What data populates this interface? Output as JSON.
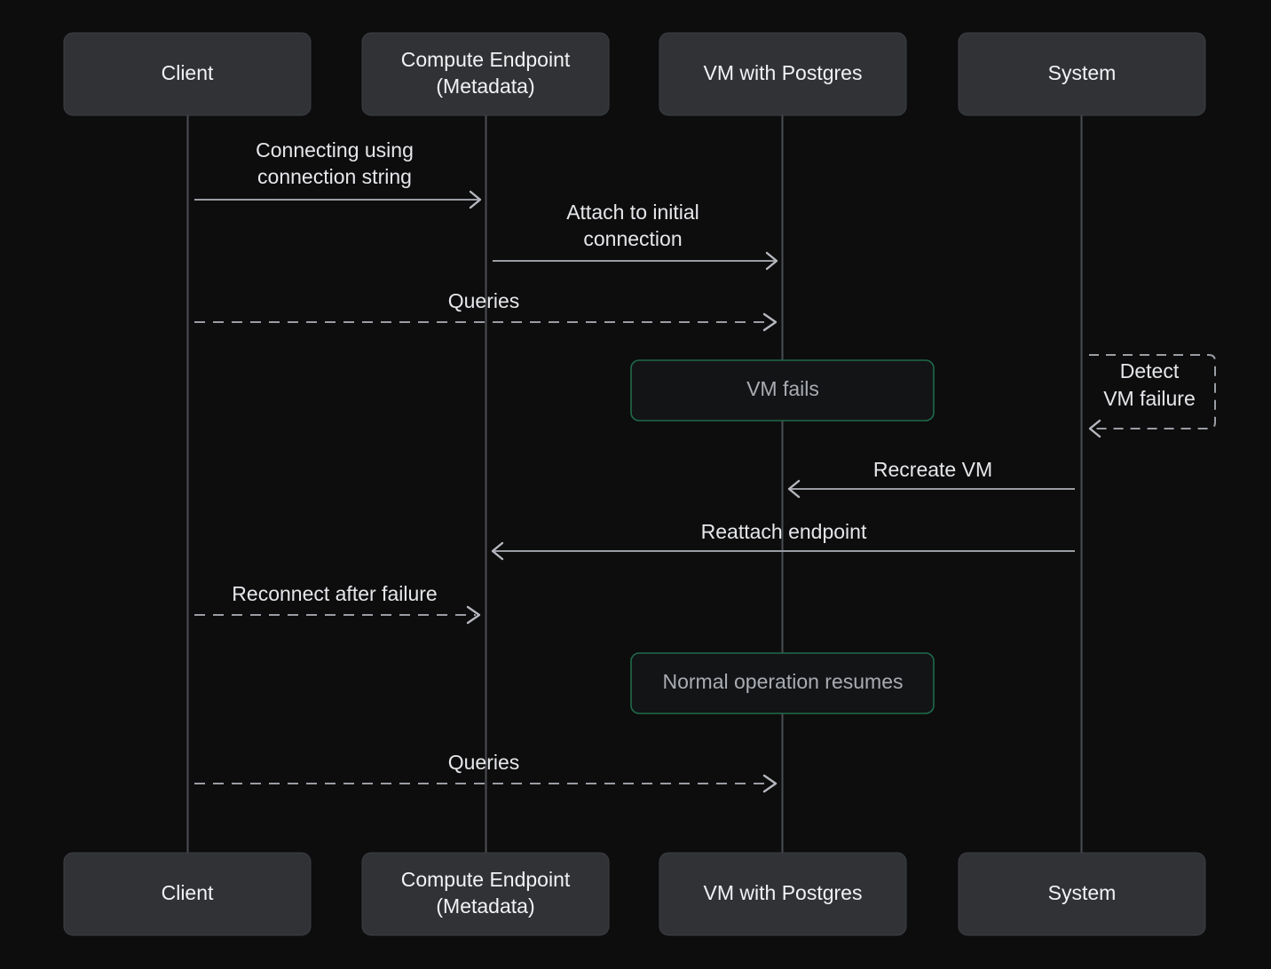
{
  "diagram": {
    "type": "sequence-diagram",
    "title": "",
    "background_color": "#0d0d0e",
    "accent_color": "#1f6b4a",
    "line_color": "#9a9da3",
    "actor_fill": "#303236",
    "participants": [
      {
        "id": "client",
        "label": "Client",
        "label_line1": "Client",
        "label_line2": ""
      },
      {
        "id": "compute",
        "label": "Compute Endpoint (Metadata)",
        "label_line1": "Compute Endpoint",
        "label_line2": "(Metadata)"
      },
      {
        "id": "vm",
        "label": "VM with Postgres",
        "label_line1": "VM with Postgres",
        "label_line2": ""
      },
      {
        "id": "system",
        "label": "System",
        "label_line1": "System",
        "label_line2": ""
      }
    ],
    "messages": [
      {
        "index": 1,
        "from": "client",
        "to": "compute",
        "direction": "right",
        "style": "solid",
        "label": "Connecting using connection string",
        "label_line1": "Connecting using",
        "label_line2": "connection string"
      },
      {
        "index": 2,
        "from": "compute",
        "to": "vm",
        "direction": "right",
        "style": "solid",
        "label": "Attach to initial connection",
        "label_line1": "Attach to initial",
        "label_line2": "connection"
      },
      {
        "index": 3,
        "from": "client",
        "to": "vm",
        "direction": "right",
        "style": "dashed",
        "label": "Queries",
        "label_line1": "Queries",
        "label_line2": ""
      },
      {
        "index": 4,
        "from": "system",
        "to": "system",
        "direction": "self",
        "style": "dashed",
        "label": "Detect VM failure",
        "label_line1": "Detect",
        "label_line2": "VM failure"
      },
      {
        "index": 5,
        "from": "system",
        "to": "vm",
        "direction": "left",
        "style": "solid",
        "label": "Recreate VM",
        "label_line1": "Recreate VM",
        "label_line2": ""
      },
      {
        "index": 6,
        "from": "system",
        "to": "compute",
        "direction": "left",
        "style": "solid",
        "label": "Reattach endpoint",
        "label_line1": "Reattach endpoint",
        "label_line2": ""
      },
      {
        "index": 7,
        "from": "client",
        "to": "compute",
        "direction": "right",
        "style": "dashed",
        "label": "Reconnect after failure",
        "label_line1": "Reconnect after failure",
        "label_line2": ""
      },
      {
        "index": 8,
        "from": "client",
        "to": "vm",
        "direction": "right",
        "style": "dashed",
        "label": "Queries",
        "label_line1": "Queries",
        "label_line2": ""
      }
    ],
    "notes": [
      {
        "id": "note-vm-fails",
        "over": "vm",
        "label": "VM fails"
      },
      {
        "id": "note-normal-resume",
        "over": "vm",
        "label": "Normal operation resumes"
      }
    ]
  }
}
